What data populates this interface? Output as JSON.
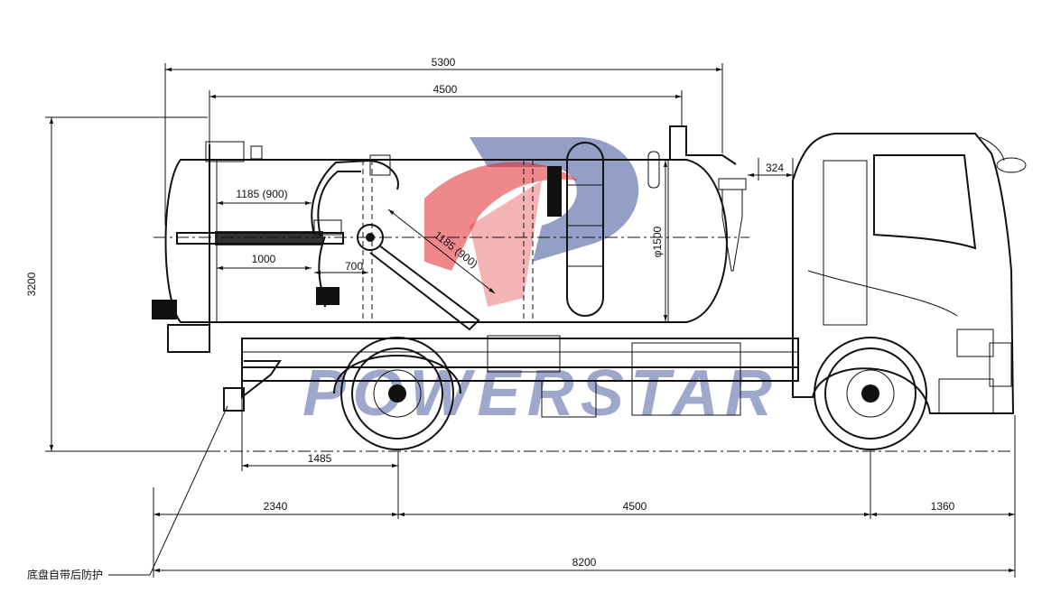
{
  "brand": {
    "watermark_text": "POWERSTAR",
    "colors": {
      "red": "#e0262b",
      "blue": "#2a3f8f"
    }
  },
  "dimensions": {
    "overall_upper": "5300",
    "tank_length": "4500",
    "inner_pipe": "1185 (900)",
    "diagonal_pipe": "1185 (900)",
    "rear_offset": "1000",
    "hinge_offset": "700",
    "tank_diameter": "φ1500",
    "cab_gap": "324",
    "overall_height": "3200",
    "rear_axle_offset": "1485",
    "rear_overhang": "2340",
    "wheelbase": "4500",
    "front_overhang": "1360",
    "overall_length": "8200"
  },
  "annotation": {
    "rear_guard": "底盘自带后防护"
  }
}
